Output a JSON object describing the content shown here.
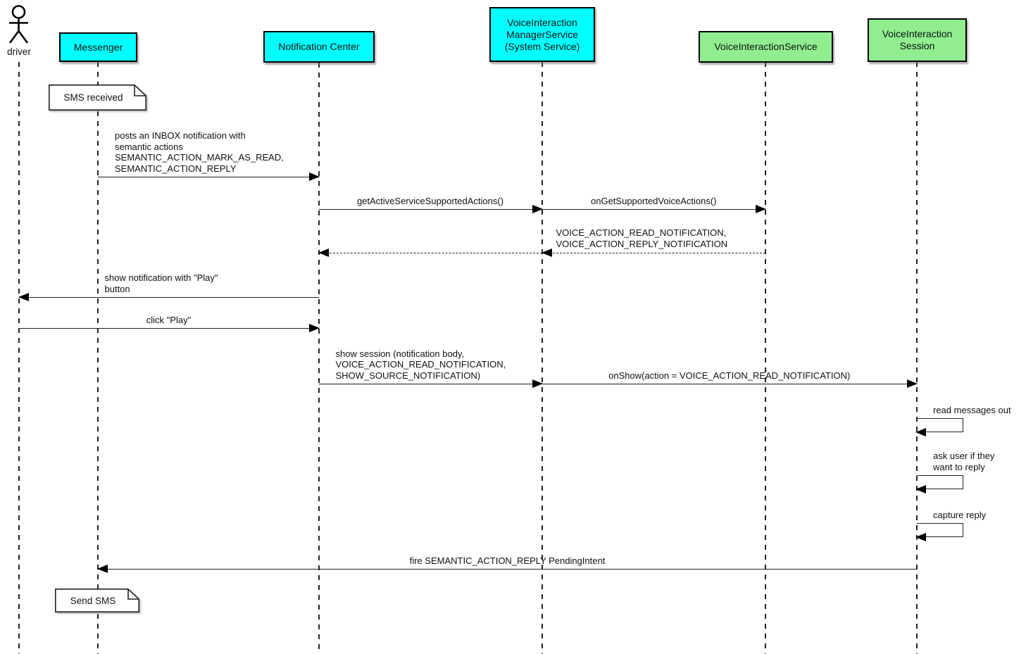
{
  "actor": {
    "label": "driver"
  },
  "participants": [
    {
      "id": "messenger",
      "label": "Messenger",
      "color": "#00ffff"
    },
    {
      "id": "notification-center",
      "label": "Notification Center",
      "color": "#00ffff"
    },
    {
      "id": "voice-interaction-manager-service",
      "label": "VoiceInteraction\nManagerService\n(System Service)",
      "color": "#00ffff"
    },
    {
      "id": "voice-interaction-service",
      "label": "VoiceInteractionService",
      "color": "#90ee90"
    },
    {
      "id": "voice-interaction-session",
      "label": "VoiceInteraction\nSession",
      "color": "#90ee90"
    }
  ],
  "notes": [
    {
      "text": "SMS received"
    },
    {
      "text": "Send SMS"
    }
  ],
  "messages": [
    {
      "label": "posts an INBOX notification with\nsemantic actions\nSEMANTIC_ACTION_MARK_AS_READ,\nSEMANTIC_ACTION_REPLY"
    },
    {
      "label": "getActiveServiceSupportedActions()"
    },
    {
      "label": "onGetSupportedVoiceActions()"
    },
    {
      "label": "VOICE_ACTION_READ_NOTIFICATION,\nVOICE_ACTION_REPLY_NOTIFICATION"
    },
    {
      "label": "show notification with \"Play\"\nbutton"
    },
    {
      "label": "click \"Play\""
    },
    {
      "label": "show session (notification body,\nVOICE_ACTION_READ_NOTIFICATION,\nSHOW_SOURCE_NOTIFICATION)"
    },
    {
      "label": "onShow(action = VOICE_ACTION_READ_NOTIFICATION)"
    },
    {
      "label": "read messages out"
    },
    {
      "label": "ask user if they\nwant to reply"
    },
    {
      "label": "capture reply"
    },
    {
      "label": "fire SEMANTIC_ACTION_REPLY PendingIntent"
    }
  ],
  "colors": {
    "participant_cyan": "#00ffff",
    "participant_green": "#90ee90",
    "line": "#222222",
    "background": "#ffffff"
  }
}
